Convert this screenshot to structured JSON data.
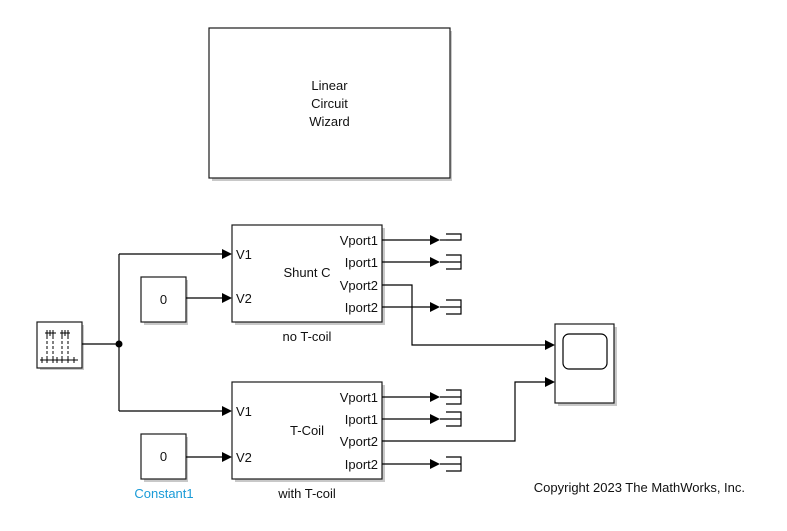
{
  "model": {
    "wizard_block": {
      "lines": [
        "Linear",
        "Circuit",
        "Wizard"
      ]
    },
    "source_block": {
      "icon": "signal-builder-icon"
    },
    "constant_top": {
      "value": "0"
    },
    "constant_bottom": {
      "value": "0",
      "label": "Constant1"
    },
    "subsystem_no_tcoil": {
      "title": "Shunt C",
      "label": "no T-coil",
      "inputs": [
        "V1",
        "V2"
      ],
      "outputs": [
        "Vport1",
        "Iport1",
        "Vport2",
        "Iport2"
      ]
    },
    "subsystem_tcoil": {
      "title": "T-Coil",
      "label": "with T-coil",
      "inputs": [
        "V1",
        "V2"
      ],
      "outputs": [
        "Vport1",
        "Iport1",
        "Vport2",
        "Iport2"
      ]
    },
    "scope_block": {
      "icon": "scope-icon"
    },
    "copyright": "Copyright 2023 The MathWorks, Inc.",
    "colors": {
      "label_highlight": "#1a9bd7",
      "block_stroke": "#1a1a1a"
    }
  }
}
